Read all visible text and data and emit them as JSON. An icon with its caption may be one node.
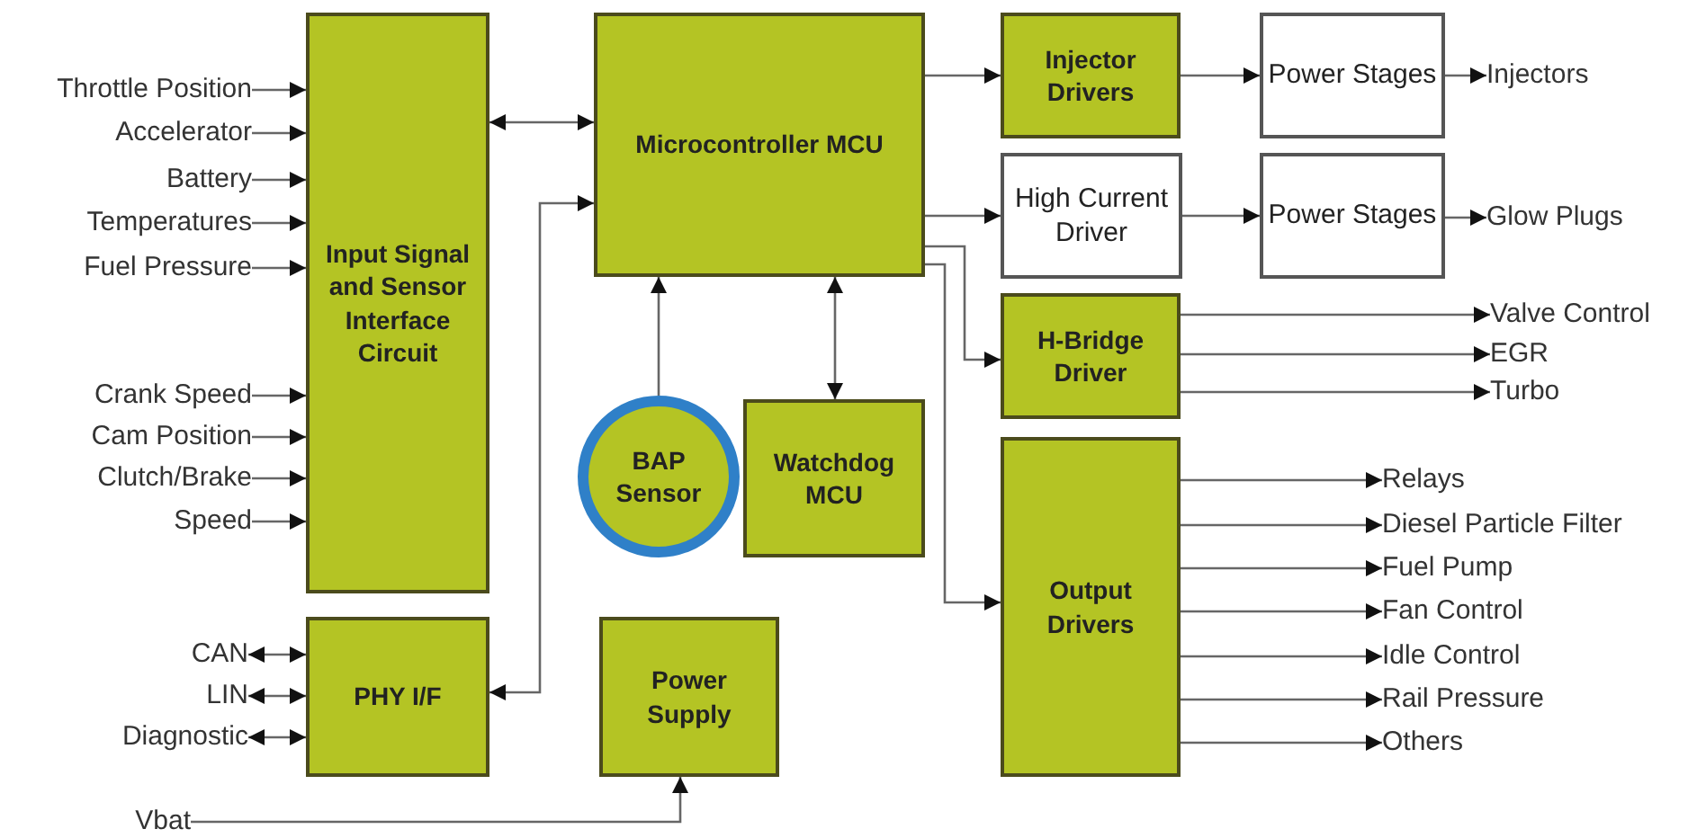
{
  "diagram": {
    "nodes": [
      {
        "text": [
          "Input Signal and Sensor Interface Circuit"
        ]
      },
      {
        "text": [
          "Microcontroller MCU"
        ]
      },
      {
        "text": [
          "Injector Drivers"
        ]
      },
      {
        "text": [
          "Power Stages"
        ]
      },
      {
        "text": [
          "High Current Driver"
        ]
      },
      {
        "text": [
          "Power Stages"
        ]
      },
      {
        "text": [
          "H-Bridge Driver"
        ]
      },
      {
        "text": [
          "BAP Sensor"
        ]
      },
      {
        "text": [
          "Watchdog MCU"
        ]
      },
      {
        "text": [
          "Output Drivers"
        ]
      },
      {
        "text": [
          "PHY I/F"
        ]
      },
      {
        "text": [
          "Power Supply"
        ]
      },
      {
        "text": [
          "Throttle Position"
        ]
      },
      {
        "text": [
          "Accelerator"
        ]
      },
      {
        "text": [
          "Battery"
        ]
      },
      {
        "text": [
          "Temperatures"
        ]
      },
      {
        "text": [
          "Fuel Pressure"
        ]
      },
      {
        "text": [
          "Crank Speed"
        ]
      },
      {
        "text": [
          "Cam Position"
        ]
      },
      {
        "text": [
          "Clutch/Brake"
        ]
      },
      {
        "text": [
          "Speed"
        ]
      },
      {
        "text": [
          "CAN"
        ]
      },
      {
        "text": [
          "LIN"
        ]
      },
      {
        "text": [
          "Diagnostic"
        ]
      },
      {
        "text": [
          "Vbat"
        ]
      },
      {
        "text": [
          "Injectors"
        ]
      },
      {
        "text": [
          "Glow Plugs"
        ]
      },
      {
        "text": [
          "Valve Control"
        ]
      },
      {
        "text": [
          "EGR"
        ]
      },
      {
        "text": [
          "Turbo"
        ]
      },
      {
        "text": [
          "Relays"
        ]
      },
      {
        "text": [
          "Diesel Particle Filter"
        ]
      },
      {
        "text": [
          "Fuel Pump"
        ]
      },
      {
        "text": [
          "Fan Control"
        ]
      },
      {
        "text": [
          "Idle Control"
        ]
      },
      {
        "text": [
          "Rail Pressure"
        ]
      },
      {
        "text": [
          "Others"
        ]
      }
    ],
    "edges": [
      {
        "from": 12,
        "to": 0,
        "arrow": "to"
      },
      {
        "from": 13,
        "to": 0,
        "arrow": "to"
      },
      {
        "from": 14,
        "to": 0,
        "arrow": "to"
      },
      {
        "from": 15,
        "to": 0,
        "arrow": "to"
      },
      {
        "from": 16,
        "to": 0,
        "arrow": "to"
      },
      {
        "from": 17,
        "to": 0,
        "arrow": "to"
      },
      {
        "from": 18,
        "to": 0,
        "arrow": "to"
      },
      {
        "from": 19,
        "to": 0,
        "arrow": "to"
      },
      {
        "from": 20,
        "to": 0,
        "arrow": "to"
      },
      {
        "from": 0,
        "to": 1,
        "arrow": "both"
      },
      {
        "from": 10,
        "to": 1,
        "arrow": "both"
      },
      {
        "from": 21,
        "to": 10,
        "arrow": "both"
      },
      {
        "from": 22,
        "to": 10,
        "arrow": "both"
      },
      {
        "from": 23,
        "to": 10,
        "arrow": "both"
      },
      {
        "from": 24,
        "to": 11,
        "arrow": "to"
      },
      {
        "from": 7,
        "to": 1,
        "arrow": "to"
      },
      {
        "from": 1,
        "to": 8,
        "arrow": "both"
      },
      {
        "from": 1,
        "to": 2,
        "arrow": "to"
      },
      {
        "from": 1,
        "to": 4,
        "arrow": "to"
      },
      {
        "from": 1,
        "to": 6,
        "arrow": "to"
      },
      {
        "from": 1,
        "to": 9,
        "arrow": "to"
      },
      {
        "from": 2,
        "to": 3,
        "arrow": "to"
      },
      {
        "from": 3,
        "to": 25,
        "arrow": "to"
      },
      {
        "from": 4,
        "to": 5,
        "arrow": "to"
      },
      {
        "from": 5,
        "to": 26,
        "arrow": "to"
      },
      {
        "from": 6,
        "to": 27,
        "arrow": "to"
      },
      {
        "from": 6,
        "to": 28,
        "arrow": "to"
      },
      {
        "from": 6,
        "to": 29,
        "arrow": "to"
      },
      {
        "from": 9,
        "to": 30,
        "arrow": "to"
      },
      {
        "from": 9,
        "to": 31,
        "arrow": "to"
      },
      {
        "from": 9,
        "to": 32,
        "arrow": "to"
      },
      {
        "from": 9,
        "to": 33,
        "arrow": "to"
      },
      {
        "from": 9,
        "to": 34,
        "arrow": "to"
      },
      {
        "from": 9,
        "to": 35,
        "arrow": "to"
      },
      {
        "from": 9,
        "to": 36,
        "arrow": "to"
      }
    ]
  }
}
